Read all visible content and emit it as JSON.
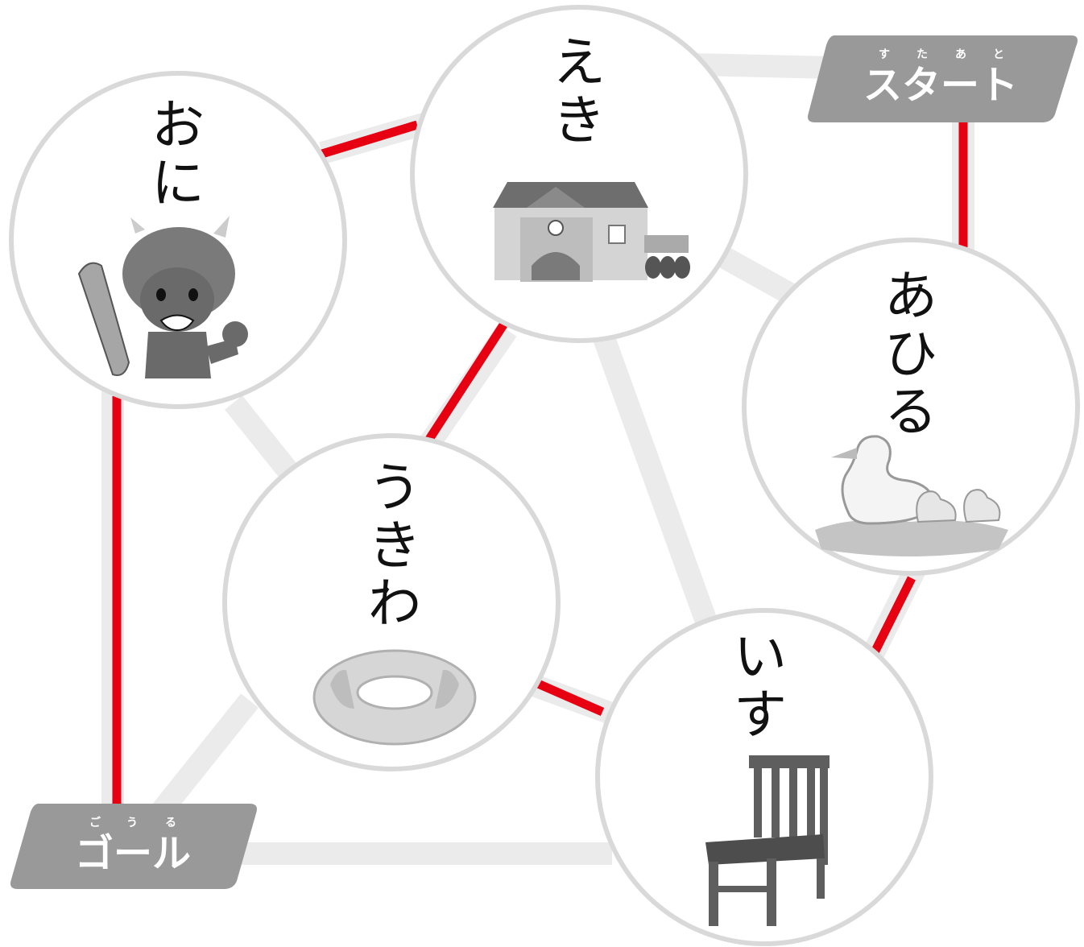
{
  "start": {
    "label": "スタート",
    "ruby": [
      "す",
      "た",
      "あ",
      "と"
    ]
  },
  "goal": {
    "label": "ゴール",
    "ruby": [
      "ご",
      "う",
      "る"
    ]
  },
  "nodes": {
    "oni": {
      "chars": [
        "お",
        "に"
      ],
      "icon": "oni-demon-icon"
    },
    "eki": {
      "chars": [
        "え",
        "き"
      ],
      "icon": "station-building-icon"
    },
    "ahiru": {
      "chars": [
        "あ",
        "ひ",
        "る"
      ],
      "icon": "duck-family-icon"
    },
    "ukiwa": {
      "chars": [
        "う",
        "き",
        "わ"
      ],
      "icon": "swim-ring-icon"
    },
    "isu": {
      "chars": [
        "い",
        "す"
      ],
      "icon": "chair-icon"
    }
  },
  "path_order": [
    "スタート",
    "あひる",
    "いす",
    "うきわ",
    "えき",
    "おに",
    "ゴール"
  ],
  "colors": {
    "path": "#e60012",
    "road": "#ebebeb",
    "circle_border": "#d9d9d9",
    "label_bg": "#999999"
  }
}
